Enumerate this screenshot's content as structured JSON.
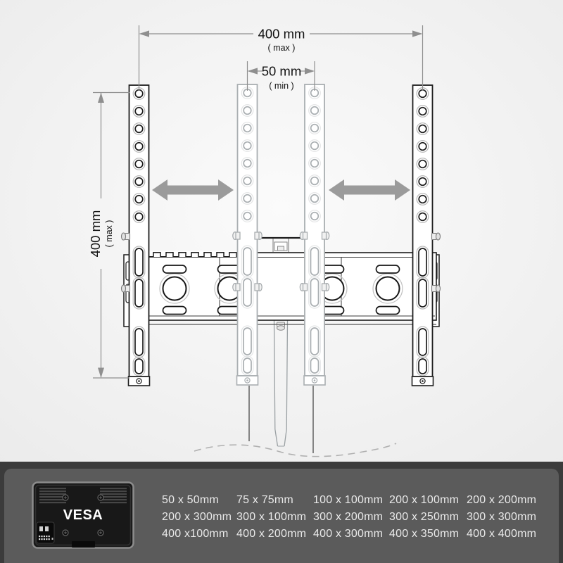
{
  "dimensions": {
    "width_max": {
      "value": "400 mm",
      "qualifier": "( max )"
    },
    "gap_min": {
      "value": "50 mm",
      "qualifier": "( min )"
    },
    "height_max": {
      "value": "400 mm",
      "qualifier": "( max )"
    }
  },
  "vesa_panel": {
    "label": "VESA",
    "rows": [
      [
        "50 x 50mm",
        "75 x 75mm",
        "100 x 100mm",
        "200 x 100mm",
        "200 x 200mm"
      ],
      [
        "200 x 300mm",
        "300 x 100mm",
        "300 x 200mm",
        "300 x 250mm",
        "300 x 300mm"
      ],
      [
        "400 x100mm",
        "400 x 200mm",
        "400 x 300mm",
        "400 x 350mm",
        "400 x 400mm"
      ]
    ]
  },
  "icons": {
    "slide_arrow": "double-headed-horizontal-arrow",
    "tv_back": "tv-rear-vesa-pattern"
  },
  "colors": {
    "background": "#f1f1f1",
    "line_dark": "#1d1d1d",
    "line_light": "#a9aeb1",
    "dimension": "#8f8f8f",
    "arrow": "#9b9b9b",
    "panel_frame": "#3b3b3b",
    "panel_bg": "#5b5b5b",
    "panel_text": "#e9e9e9"
  }
}
